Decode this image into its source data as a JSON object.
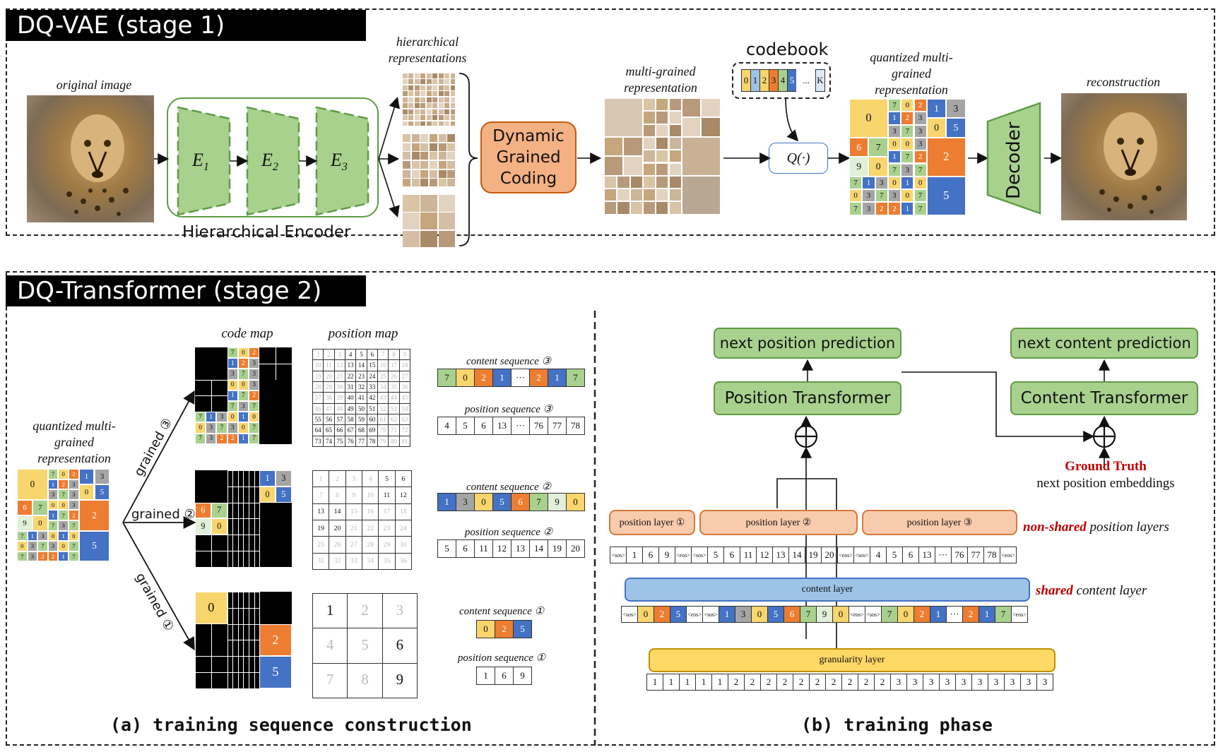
{
  "stage1": {
    "title": "DQ-VAE (stage 1)",
    "original_image": "original image",
    "encoder_blocks": [
      "E",
      "E",
      "E"
    ],
    "encoder_subs": [
      "1",
      "2",
      "3"
    ],
    "encoder_caption": "Hierarchical Encoder",
    "hierarchical": "hierarchical representations",
    "dynamic_coding": [
      "Dynamic",
      "Grained",
      "Coding"
    ],
    "multi_grained": "multi-grained representation",
    "codebook_title": "codebook",
    "codebook_cells": [
      "0",
      "1",
      "2",
      "3",
      "4",
      "5",
      "...",
      "K"
    ],
    "quantizer": "Q(·)",
    "quantized": "quantized multi-grained representation",
    "decoder": "Decoder",
    "reconstruction": "reconstruction"
  },
  "stage2": {
    "title": "DQ-Transformer (stage 2)",
    "quantized": "quantized multi-grained representation",
    "code_map": "code map",
    "position_map": "position map",
    "grained3": "grained ③",
    "grained2": "grained ②",
    "grained1": "grained ①",
    "content_seq3": "content sequence ③",
    "position_seq3": "position sequence ③",
    "content_seq2": "content sequence ②",
    "position_seq2": "position sequence ②",
    "content_seq1": "content sequence ①",
    "position_seq1": "position sequence ①",
    "cs3": [
      "7",
      "0",
      "2",
      "1",
      "···",
      "2",
      "1",
      "7"
    ],
    "ps3": [
      "4",
      "5",
      "6",
      "13",
      "···",
      "76",
      "77",
      "78"
    ],
    "cs2": [
      "1",
      "3",
      "0",
      "5",
      "6",
      "7",
      "9",
      "0"
    ],
    "ps2": [
      "5",
      "6",
      "11",
      "12",
      "13",
      "14",
      "19",
      "20"
    ],
    "cs1": [
      "0",
      "2",
      "5"
    ],
    "ps1": [
      "1",
      "6",
      "9"
    ],
    "pm3_rows": [
      [
        "1",
        "2",
        "3",
        "4",
        "5",
        "6",
        "7",
        "8",
        "9"
      ],
      [
        "10",
        "11",
        "12",
        "13",
        "14",
        "15",
        "16",
        "17",
        "18"
      ],
      [
        "19",
        "20",
        "21",
        "22",
        "23",
        "24",
        "25",
        "26",
        "27"
      ],
      [
        "28",
        "29",
        "30",
        "31",
        "32",
        "33",
        "34",
        "35",
        "36"
      ],
      [
        "37",
        "38",
        "39",
        "40",
        "41",
        "42",
        "43",
        "44",
        "45"
      ],
      [
        "46",
        "47",
        "48",
        "49",
        "50",
        "51",
        "52",
        "53",
        "54"
      ],
      [
        "55",
        "56",
        "57",
        "58",
        "59",
        "60",
        "61",
        "62",
        "63"
      ],
      [
        "64",
        "65",
        "66",
        "67",
        "68",
        "69",
        "70",
        "71",
        "72"
      ],
      [
        "73",
        "74",
        "75",
        "76",
        "77",
        "78",
        "79",
        "80",
        "81"
      ]
    ],
    "pm2_rows": [
      [
        "1",
        "2",
        "3",
        "4",
        "5",
        "6"
      ],
      [
        "7",
        "8",
        "9",
        "10",
        "11",
        "12"
      ],
      [
        "13",
        "14",
        "15",
        "16",
        "17",
        "18"
      ],
      [
        "19",
        "20",
        "21",
        "22",
        "23",
        "24"
      ],
      [
        "25",
        "26",
        "27",
        "28",
        "29",
        "30"
      ],
      [
        "31",
        "32",
        "33",
        "34",
        "35",
        "36"
      ]
    ],
    "pm1_rows": [
      [
        "1",
        "2",
        "3"
      ],
      [
        "4",
        "5",
        "6"
      ],
      [
        "7",
        "8",
        "9"
      ]
    ],
    "caption_a": "(a) training sequence construction",
    "caption_b": "(b) training phase",
    "next_pos": "next position prediction",
    "next_content": "next content prediction",
    "pos_transformer": "Position Transformer",
    "content_transformer": "Content Transformer",
    "ground_truth": "Ground Truth",
    "gt_sub": "next position embeddings",
    "pos_layer1": "position layer ①",
    "pos_layer2": "position layer ②",
    "pos_layer3": "position layer ③",
    "non_shared": "non-shared",
    "non_shared_rest": " position layers",
    "shared": "shared",
    "shared_rest": " content layer",
    "content_layer": "content layer",
    "granularity_layer": "granularity layer",
    "pos_tokens": [
      "<sos>",
      "1",
      "6",
      "9",
      "<eos>",
      "<sos>",
      "5",
      "6",
      "11",
      "12",
      "13",
      "14",
      "19",
      "20",
      "<eos>",
      "<sos>",
      "4",
      "5",
      "6",
      "13",
      "···",
      "76",
      "77",
      "78",
      "<eos>"
    ],
    "content_tokens": [
      "<sos>",
      "0",
      "2",
      "5",
      "<eos>",
      "<sos>",
      "1",
      "3",
      "0",
      "5",
      "6",
      "7",
      "9",
      "0",
      "<eos>",
      "<sos>",
      "7",
      "0",
      "2",
      "1",
      "···",
      "2",
      "1",
      "7",
      "<eos>"
    ],
    "gran_tokens": [
      "1",
      "1",
      "1",
      "1",
      "1",
      "2",
      "2",
      "2",
      "2",
      "2",
      "2",
      "2",
      "2",
      "2",
      "2",
      "3",
      "3",
      "3",
      "3",
      "3",
      "3",
      "3",
      "3",
      "3",
      "3"
    ]
  },
  "colors": {
    "yellow": "#f9d56e",
    "orange": "#ed7d31",
    "blue": "#4472c4",
    "green": "#a9d18e",
    "gray": "#a5a5a5",
    "lightgreen": "#e2efd9",
    "lightblue": "#9dc3e6",
    "red_text": "#c00000"
  }
}
